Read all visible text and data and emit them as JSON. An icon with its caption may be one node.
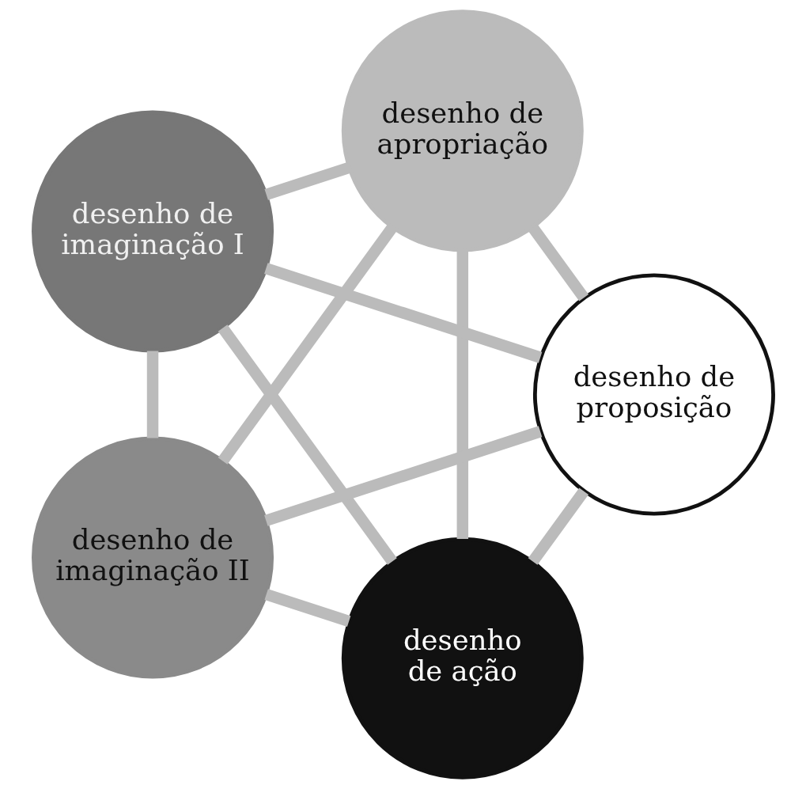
{
  "diagram": {
    "nodes": [
      {
        "text": [
          "desenho de ação"
        ]
      },
      {
        "text": [
          "desenho de proposição"
        ]
      },
      {
        "text": [
          "desenho de imaginação I"
        ]
      },
      {
        "text": [
          "desenho de apropriação"
        ]
      },
      {
        "text": [
          "desenho de imaginação II"
        ]
      }
    ],
    "edges": [
      {
        "from": 0,
        "to": 1,
        "arrow": "none"
      },
      {
        "from": 0,
        "to": 2,
        "arrow": "none"
      },
      {
        "from": 0,
        "to": 3,
        "arrow": "none"
      },
      {
        "from": 0,
        "to": 4,
        "arrow": "none"
      },
      {
        "from": 1,
        "to": 2,
        "arrow": "none"
      },
      {
        "from": 1,
        "to": 3,
        "arrow": "none"
      },
      {
        "from": 1,
        "to": 4,
        "arrow": "none"
      },
      {
        "from": 2,
        "to": 3,
        "arrow": "none"
      },
      {
        "from": 2,
        "to": 4,
        "arrow": "none"
      },
      {
        "from": 3,
        "to": 4,
        "arrow": "none"
      }
    ]
  }
}
